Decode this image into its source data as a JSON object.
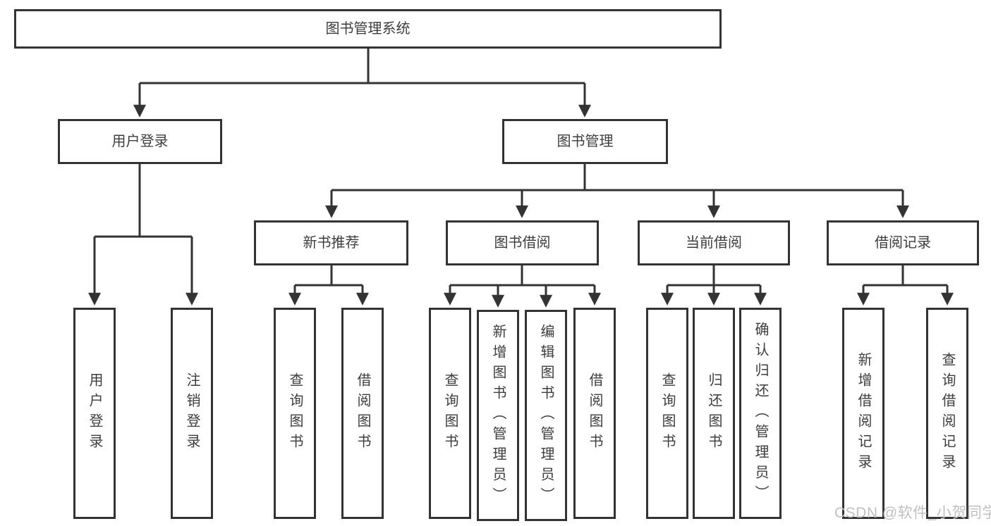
{
  "colors": {
    "line": "#333333",
    "text": "#3d3d3d",
    "node_bg": "#ffffff",
    "background": "#ffffff",
    "watermark": "#c0c0c0"
  },
  "tree": {
    "label": "图书管理系统",
    "children": [
      {
        "label": "用户登录",
        "children": [
          {
            "label": "用户登录"
          },
          {
            "label": "注销登录"
          }
        ]
      },
      {
        "label": "图书管理",
        "children": [
          {
            "label": "新书推荐",
            "children": [
              {
                "label": "查询图书"
              },
              {
                "label": "借阅图书"
              }
            ]
          },
          {
            "label": "图书借阅",
            "children": [
              {
                "label": "查询图书"
              },
              {
                "label": "新增图书（管理员）"
              },
              {
                "label": "编辑图书（管理员）"
              },
              {
                "label": "借阅图书"
              }
            ]
          },
          {
            "label": "当前借阅",
            "children": [
              {
                "label": "查询图书"
              },
              {
                "label": "归还图书"
              },
              {
                "label": "确认归还（管理员）"
              }
            ]
          },
          {
            "label": "借阅记录",
            "children": [
              {
                "label": "新增借阅记录"
              },
              {
                "label": "查询借阅记录"
              }
            ]
          }
        ]
      }
    ]
  },
  "watermark": {
    "text": "CSDN @软件_小贺同学"
  }
}
